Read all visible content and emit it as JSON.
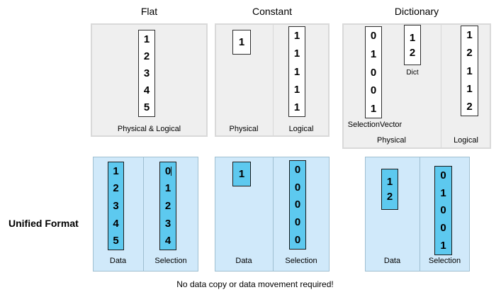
{
  "colors": {
    "canvas_bg": "#ffffff",
    "panel_bg": "#efefef",
    "panel_border": "#d9d9d9",
    "cell_bg": "#ffffff",
    "cell_border": "#2e2e2e",
    "unified_bg": "#d0e9fa",
    "unified_border": "#9fbfd1",
    "unified_cell_bg": "#5dc9ef",
    "unified_cell_border": "#1c1c1c",
    "text": "#000000"
  },
  "titles": {
    "flat": "Flat",
    "constant": "Constant",
    "dictionary": "Dictionary"
  },
  "flat": {
    "values": [
      "1",
      "2",
      "3",
      "4",
      "5"
    ],
    "label": "Physical & Logical"
  },
  "constant": {
    "physical_value": "1",
    "physical_label": "Physical",
    "logical_values": [
      "1",
      "1",
      "1",
      "1",
      "1"
    ],
    "logical_label": "Logical"
  },
  "dictionary": {
    "selection_vector_values": [
      "0",
      "1",
      "0",
      "0",
      "1"
    ],
    "selection_vector_label": "SelectionVector",
    "dict_values": [
      "1",
      "2"
    ],
    "dict_label": "Dict",
    "physical_label": "Physical",
    "logical_values": [
      "1",
      "2",
      "1",
      "1",
      "2"
    ],
    "logical_label": "Logical"
  },
  "unified": {
    "row_label": "Unified Format",
    "flat": {
      "data_values": [
        "1",
        "2",
        "3",
        "4",
        "5"
      ],
      "data_label": "Data",
      "selection_values": [
        "0",
        "1",
        "2",
        "3",
        "4"
      ],
      "selection_label": "Selection"
    },
    "constant": {
      "data_value": "1",
      "data_label": "Data",
      "selection_values": [
        "0",
        "0",
        "0",
        "0",
        "0"
      ],
      "selection_label": "Selection"
    },
    "dictionary": {
      "data_values": [
        "1",
        "2"
      ],
      "data_label": "Data",
      "selection_values": [
        "0",
        "1",
        "0",
        "0",
        "1"
      ],
      "selection_label": "Selection"
    }
  },
  "caption": "No data copy or data movement required!"
}
